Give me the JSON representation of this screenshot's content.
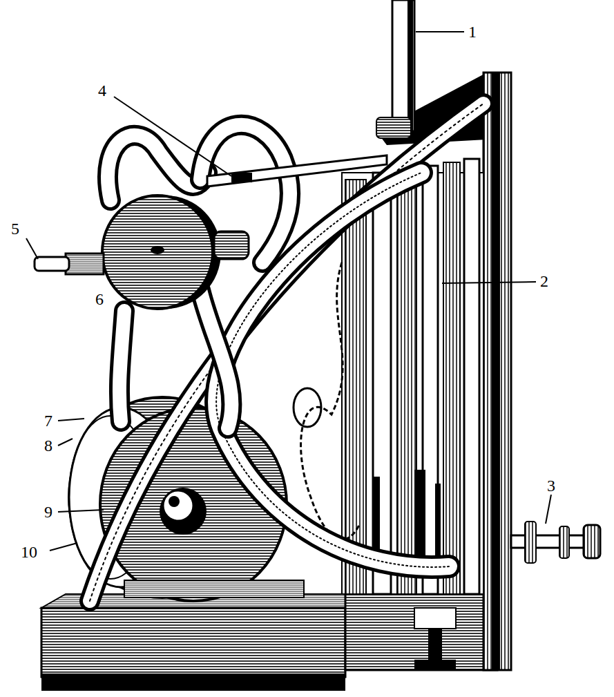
{
  "diagram": {
    "labels": [
      "1",
      "4",
      "5",
      "2",
      "6",
      "7",
      "8",
      "3",
      "9",
      "10"
    ]
  }
}
